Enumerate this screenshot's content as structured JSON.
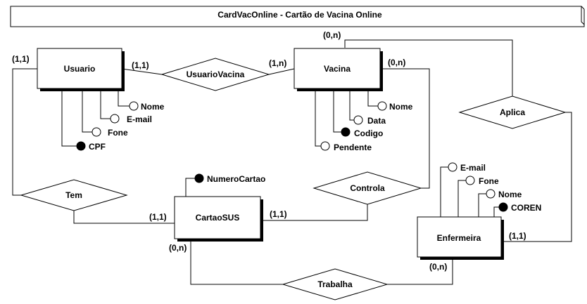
{
  "title": "CardVacOnline - Cartão de Vacina Online",
  "entities": {
    "usuario": "Usuario",
    "vacina": "Vacina",
    "cartao": "CartaoSUS",
    "enfermeira": "Enfermeira"
  },
  "relationships": {
    "usuario_vacina": "UsuarioVacina",
    "aplica": "Aplica",
    "tem": "Tem",
    "controla": "Controla",
    "trabalha": "Trabalha"
  },
  "attributes": {
    "usuario": {
      "nome": "Nome",
      "email": "E-mail",
      "fone": "Fone",
      "cpf": "CPF"
    },
    "vacina": {
      "nome": "Nome",
      "data": "Data",
      "codigo": "Codigo",
      "pendente": "Pendente"
    },
    "cartao": {
      "numero": "NumeroCartao"
    },
    "enfermeira": {
      "email": "E-mail",
      "fone": "Fone",
      "nome": "Nome",
      "coren": "COREN"
    }
  },
  "cardinalities": {
    "usuario_tem": "(1,1)",
    "usuario_usuariovacina": "(1,1)",
    "vacina_usuariovacina": "(1,n)",
    "vacina_aplica": "(0,n)",
    "vacina_controla": "(0,n)",
    "cartao_tem": "(1,1)",
    "cartao_controla": "(1,1)",
    "cartao_trabalha": "(0,n)",
    "enfermeira_aplica": "(1,1)",
    "enfermeira_trabalha": "(0,n)"
  }
}
